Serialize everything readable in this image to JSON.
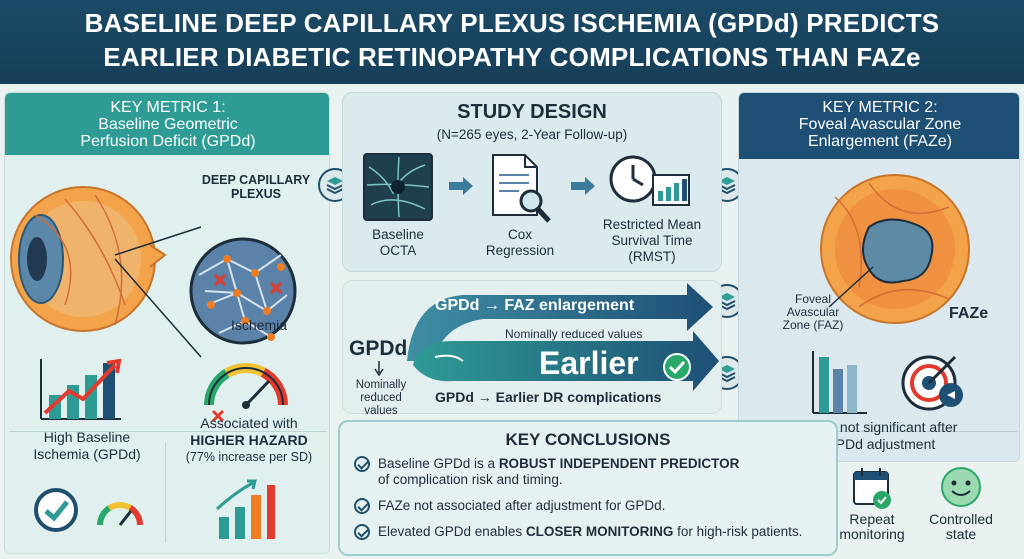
{
  "header": {
    "line1": "BASELINE DEEP CAPILLARY PLEXUS ISCHEMIA (GPDd) PREDICTS",
    "line2": "EARLIER DIABETIC RETINOPATHY COMPLICATIONS THAN FAZe"
  },
  "left": {
    "head_line1": "KEY METRIC 1:",
    "head_line2": "Baseline Geometric",
    "head_line3": "Perfusion Deficit (GPDd)",
    "plexus_line1": "DEEP CAPILLARY",
    "plexus_line2": "PLEXUS",
    "ischemia_label": "Ischemia",
    "chart_line1": "High Baseline",
    "chart_line2": "Ischemia (GPDd)",
    "hazard_line1": "Associated with",
    "hazard_line2": "HIGHER HAZARD",
    "hazard_line3": "(77% increase per SD)"
  },
  "study": {
    "title": "STUDY DESIGN",
    "subtitle": "(N=265 eyes, 2-Year Follow-up)",
    "step1_line1": "Baseline",
    "step1_line2": "OCTA",
    "step2_line1": "Cox",
    "step2_line2": "Regression",
    "step3_line1": "Restricted Mean",
    "step3_line2": "Survival Time",
    "step3_line3": "(RMST)"
  },
  "flow": {
    "gpdd": "GPDd",
    "nominal_line1": "Nominally",
    "nominal_line2": "reduced values",
    "arrow1": "GPDd → FAZ enlargement",
    "arrow1_note": "Nominally reduced values",
    "earlier": "Earlier",
    "arrow2": "GPDd → Earlier DR complications"
  },
  "right": {
    "head_line1": "KEY METRIC 2:",
    "head_line2": "Foveal Avascular Zone",
    "head_line3": "Enlargement (FAZe)",
    "faz_line1": "Foveal",
    "faz_line2": "Avascular",
    "faz_line3": "Zone (FAZ)",
    "faze": "FAZe",
    "note_line1": "FAZe not significant after",
    "note_line2": "GPDd adjustment"
  },
  "conclusions": {
    "title": "KEY CONCLUSIONS",
    "item1_pre": "Baseline GPDd is a ",
    "item1_bold": "ROBUST INDEPENDENT PREDICTOR",
    "item1_line2": "of complication risk and timing.",
    "item2": "FAZe not associated after adjustment for GPDd.",
    "item3_pre": "Elevated GPDd enables ",
    "item3_bold": "CLOSER MONITORING",
    "item3_post": " for high-risk patients."
  },
  "footer": {
    "repeat_line1": "Repeat",
    "repeat_line2": "monitoring",
    "controlled_line1": "Controlled",
    "controlled_line2": "state"
  },
  "colors": {
    "header": "#1b4a66",
    "teal": "#2f9b95",
    "navy": "#1e4f75",
    "red": "#e23b2e",
    "green": "#2aa86a",
    "orange": "#ef7d22"
  }
}
